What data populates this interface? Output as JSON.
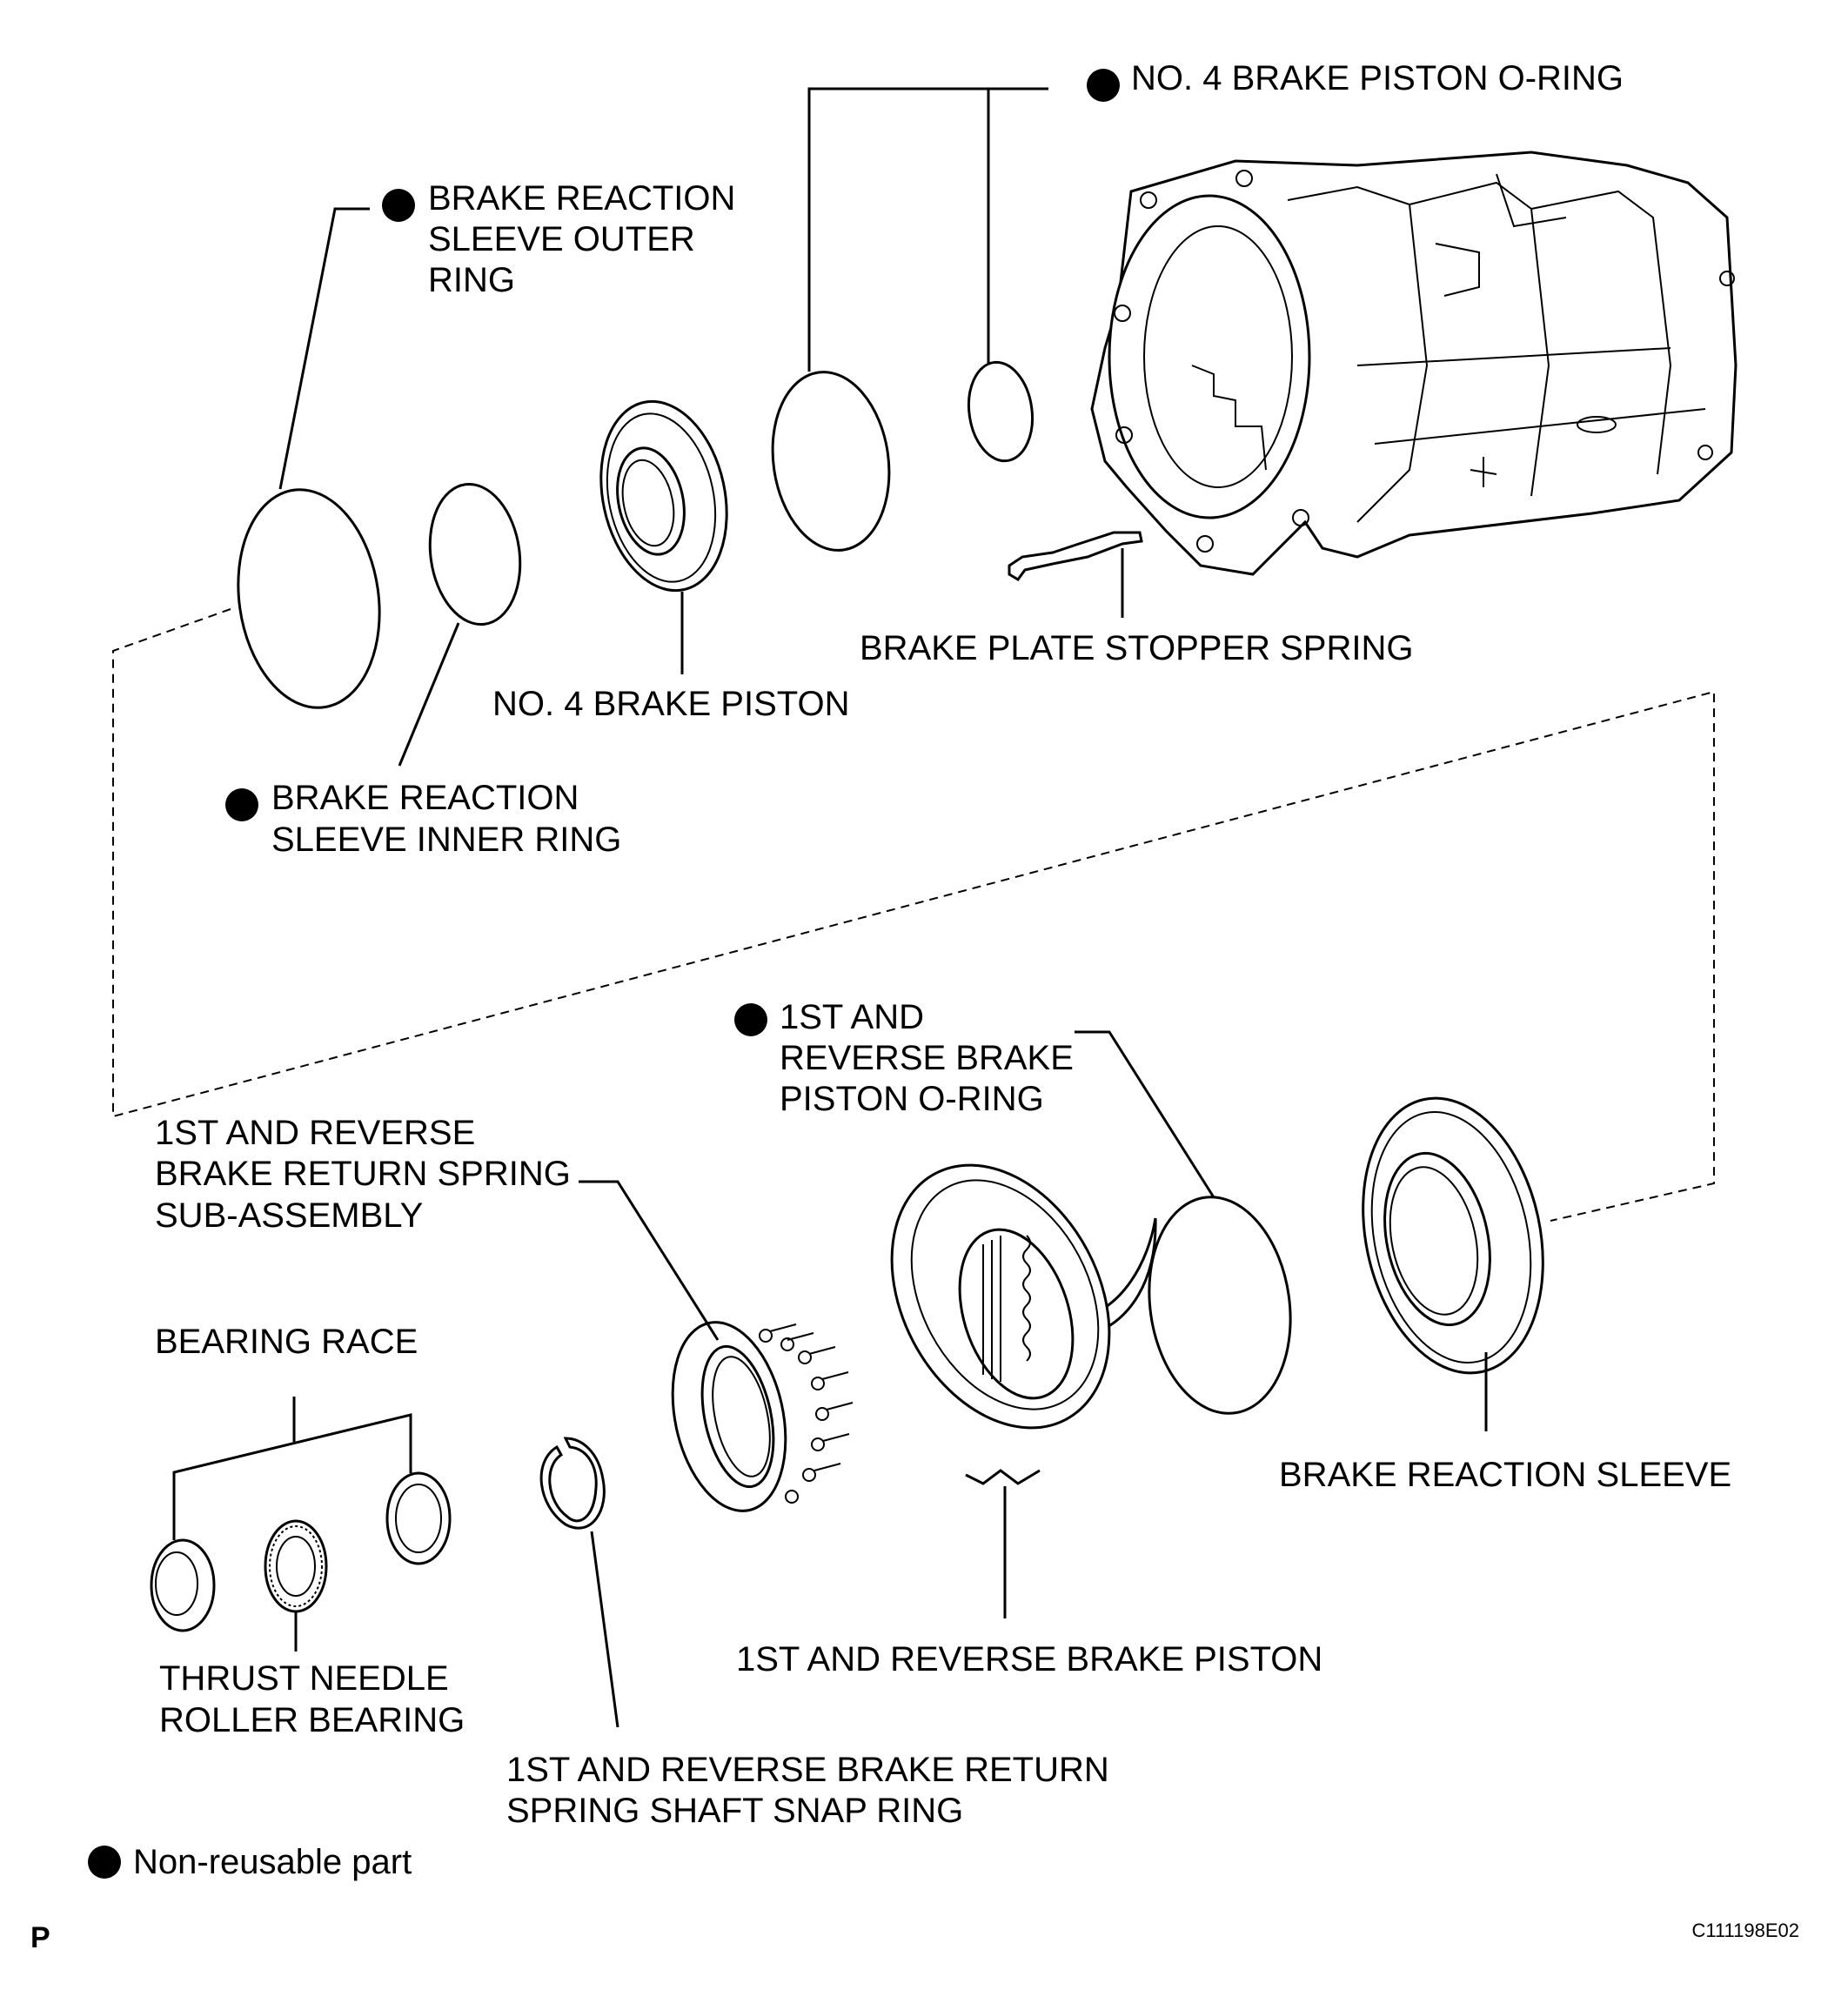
{
  "figure_code": "C111198E02",
  "page_marker": "P",
  "legend": {
    "text": "Non-reusable part",
    "symbol": "filled-circle-icon"
  },
  "labels": {
    "no4_piston_oring": "NO. 4 BRAKE PISTON O-RING",
    "sleeve_outer_ring": [
      "BRAKE REACTION",
      "SLEEVE OUTER",
      "RING"
    ],
    "no4_piston": "NO. 4 BRAKE PISTON",
    "stopper_spring": "BRAKE PLATE STOPPER SPRING",
    "sleeve_inner_ring": [
      "BRAKE REACTION",
      "SLEEVE INNER RING"
    ],
    "first_rev_oring": [
      "1ST AND",
      "REVERSE BRAKE",
      "PISTON O-RING"
    ],
    "return_spring_sub": [
      "1ST AND REVERSE",
      "BRAKE RETURN SPRING",
      "SUB-ASSEMBLY"
    ],
    "bearing_race": "BEARING RACE",
    "reaction_sleeve": "BRAKE REACTION SLEEVE",
    "first_rev_piston": "1ST AND REVERSE BRAKE PISTON",
    "thrust_bearing": [
      "THRUST NEEDLE",
      "ROLLER BEARING"
    ],
    "snap_ring": [
      "1ST AND REVERSE BRAKE RETURN",
      "SPRING SHAFT SNAP RING"
    ]
  },
  "non_reusable_parts": [
    "NO. 4 BRAKE PISTON O-RING",
    "BRAKE REACTION SLEEVE OUTER RING",
    "BRAKE REACTION SLEEVE INNER RING",
    "1ST AND REVERSE BRAKE PISTON O-RING"
  ],
  "colors": {
    "ink": "#000000",
    "paper": "#ffffff"
  }
}
